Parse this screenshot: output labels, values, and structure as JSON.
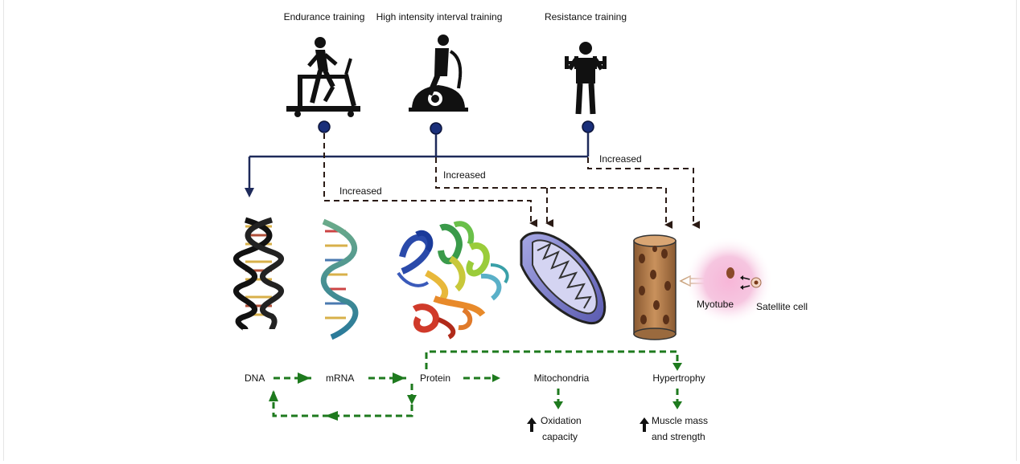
{
  "exercises": {
    "endurance": "Endurance training",
    "hiit": "High intensity interval training",
    "resistance": "Resistance training"
  },
  "arrow_labels": {
    "resistance_increased": "Increased",
    "hiit_increased": "Increased",
    "endurance_increased": "Increased"
  },
  "cells": {
    "myotube": "Myotube",
    "satellite": "Satellite cell"
  },
  "flow": {
    "dna": "DNA",
    "mrna": "mRNA",
    "protein": "Protein",
    "mitochondria": "Mitochondria",
    "hypertrophy": "Hypertrophy"
  },
  "outcomes": {
    "oxidation_line1": "Oxidation",
    "oxidation_line2": "capacity",
    "muscle_line1": "Muscle mass",
    "muscle_line2": "and strength"
  },
  "colors": {
    "dark_arrow": "#2a1a14",
    "green_arrow": "#1e7a1e",
    "blue_line": "#1e2a5a",
    "node": "#1a2f7a"
  },
  "icons": [
    "treadmill-runner-icon",
    "exercise-bike-icon",
    "dumbbell-lifter-icon",
    "up-arrow-icon"
  ]
}
